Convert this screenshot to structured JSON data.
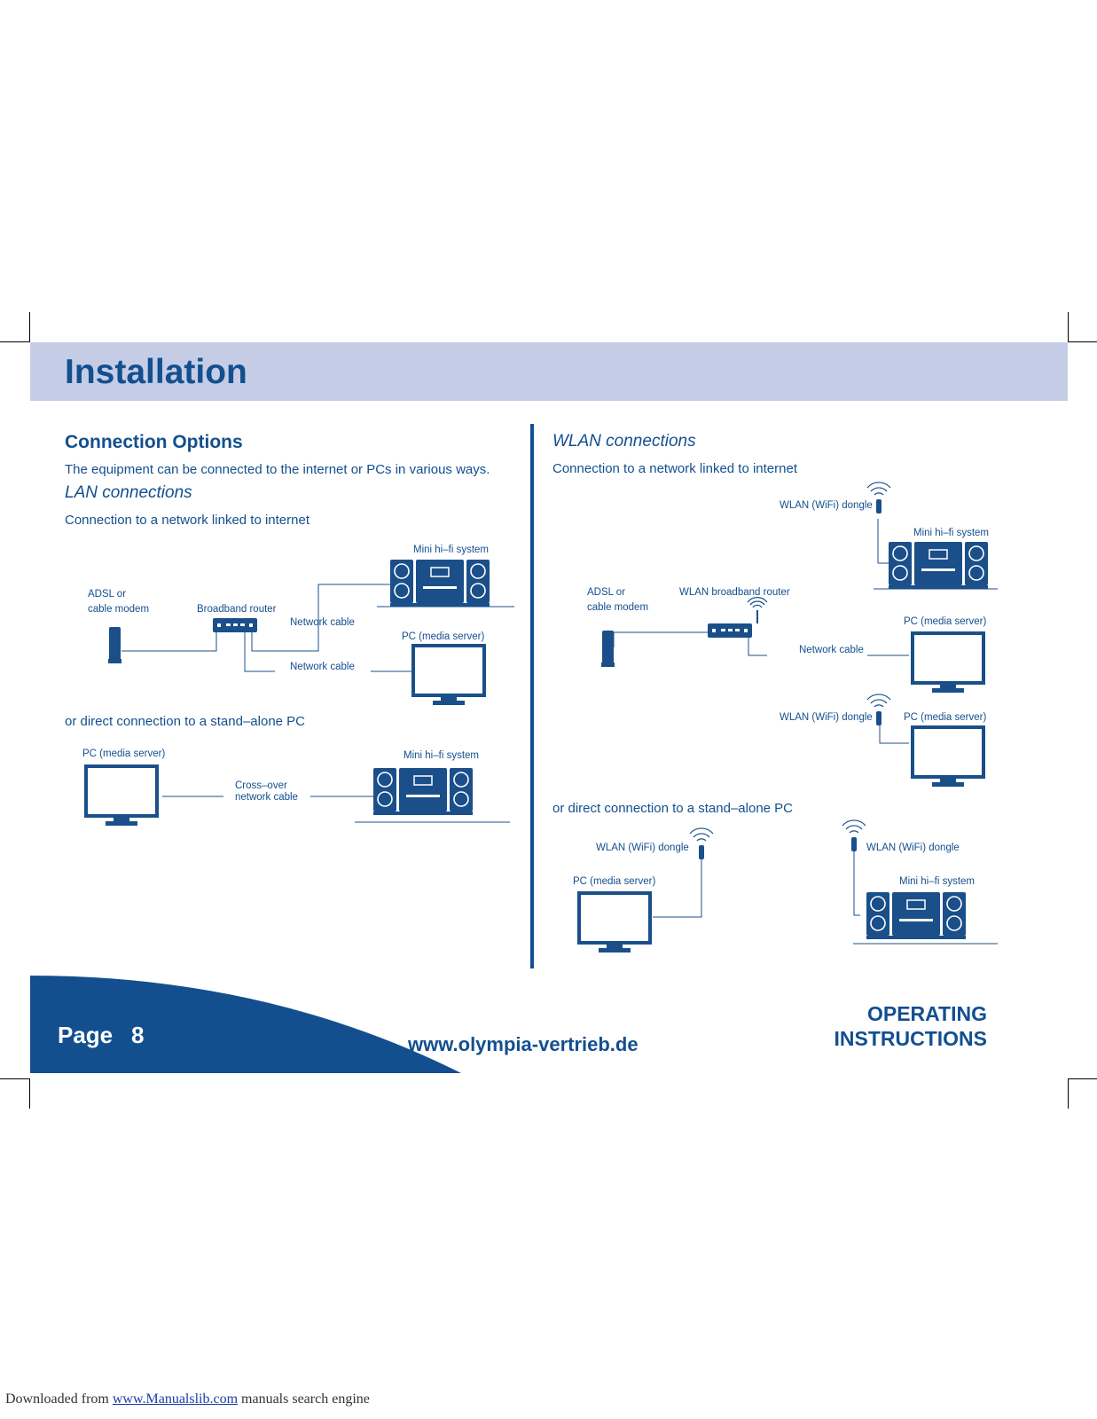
{
  "header": {
    "title": "Installation"
  },
  "left": {
    "section_title": "Connection Options",
    "intro": "The equipment can be connected to the internet or PCs in various ways.",
    "lan_title": "LAN connections",
    "lan_subtitle": "Connection to a network linked to internet",
    "lan_diagram": {
      "modem": "ADSL or",
      "modem2": "cable modem",
      "router": "Broadband router",
      "hifi": "Mini hi–fi system",
      "cable1": "Network cable",
      "cable2": "Network cable",
      "pc": "PC (media server)"
    },
    "direct_text": "or direct connection to a stand–alone PC",
    "direct_diagram": {
      "pc": "PC (media server)",
      "hifi": "Mini hi–fi system",
      "cable_line1": "Cross–over",
      "cable_line2": "network cable"
    }
  },
  "right": {
    "wlan_title": "WLAN connections",
    "wlan_subtitle": "Connection to a network linked to internet",
    "wlan_diagram": {
      "dongle1": "WLAN (WiFi) dongle",
      "hifi": "Mini hi–fi system",
      "modem": "ADSL or",
      "modem2": "cable modem",
      "router": "WLAN broadband router",
      "pc1": "PC (media server)",
      "cable": "Network cable",
      "dongle2": "WLAN (WiFi) dongle",
      "pc2": "PC (media server)"
    },
    "direct_text": "or direct connection to a stand–alone PC",
    "direct_diagram": {
      "dongle_left": "WLAN (WiFi) dongle",
      "pc": "PC (media server)",
      "dongle_right": "WLAN (WiFi) dongle",
      "hifi": "Mini hi–fi system"
    }
  },
  "footer": {
    "page_label": "Page",
    "page_number": "8",
    "url": "www.olympia-vertrieb.de",
    "doc_type_line1": "OPERATING",
    "doc_type_line2": "INSTRUCTIONS"
  },
  "download_bar": {
    "prefix": "Downloaded from",
    "link": "www.Manualslib.com",
    "suffix": "manuals search engine"
  },
  "colors": {
    "brand": "#134f8f",
    "band": "#c5cde6"
  }
}
